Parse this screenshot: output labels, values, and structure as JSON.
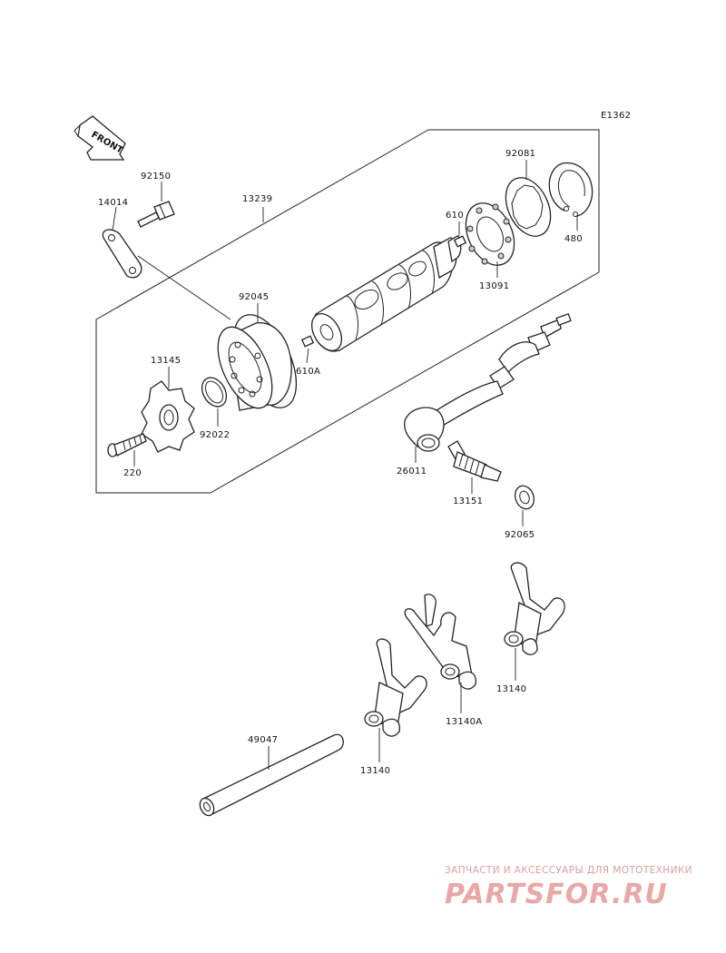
{
  "diagram": {
    "code": "E1362",
    "front_label": "FRONT",
    "parts": [
      {
        "id": "p-14014",
        "number": "14014"
      },
      {
        "id": "p-92150",
        "number": "92150"
      },
      {
        "id": "p-13239",
        "number": "13239"
      },
      {
        "id": "p-92081",
        "number": "92081"
      },
      {
        "id": "p-610",
        "number": "610"
      },
      {
        "id": "p-480",
        "number": "480"
      },
      {
        "id": "p-13091",
        "number": "13091"
      },
      {
        "id": "p-92045",
        "number": "92045"
      },
      {
        "id": "p-13145",
        "number": "13145"
      },
      {
        "id": "p-610A",
        "number": "610A"
      },
      {
        "id": "p-92022",
        "number": "92022"
      },
      {
        "id": "p-220",
        "number": "220"
      },
      {
        "id": "p-26011",
        "number": "26011"
      },
      {
        "id": "p-13151",
        "number": "13151"
      },
      {
        "id": "p-92065",
        "number": "92065"
      },
      {
        "id": "p-13140-right",
        "number": "13140"
      },
      {
        "id": "p-13140A",
        "number": "13140A"
      },
      {
        "id": "p-13140-left",
        "number": "13140"
      },
      {
        "id": "p-49047",
        "number": "49047"
      }
    ]
  },
  "watermark": {
    "tagline": "ЗАПЧАСТИ И АКСЕССУАРЫ ДЛЯ МОТОТЕХНИКИ",
    "brand": "PARTSFOR.RU",
    "color": "#e9a8a8"
  }
}
